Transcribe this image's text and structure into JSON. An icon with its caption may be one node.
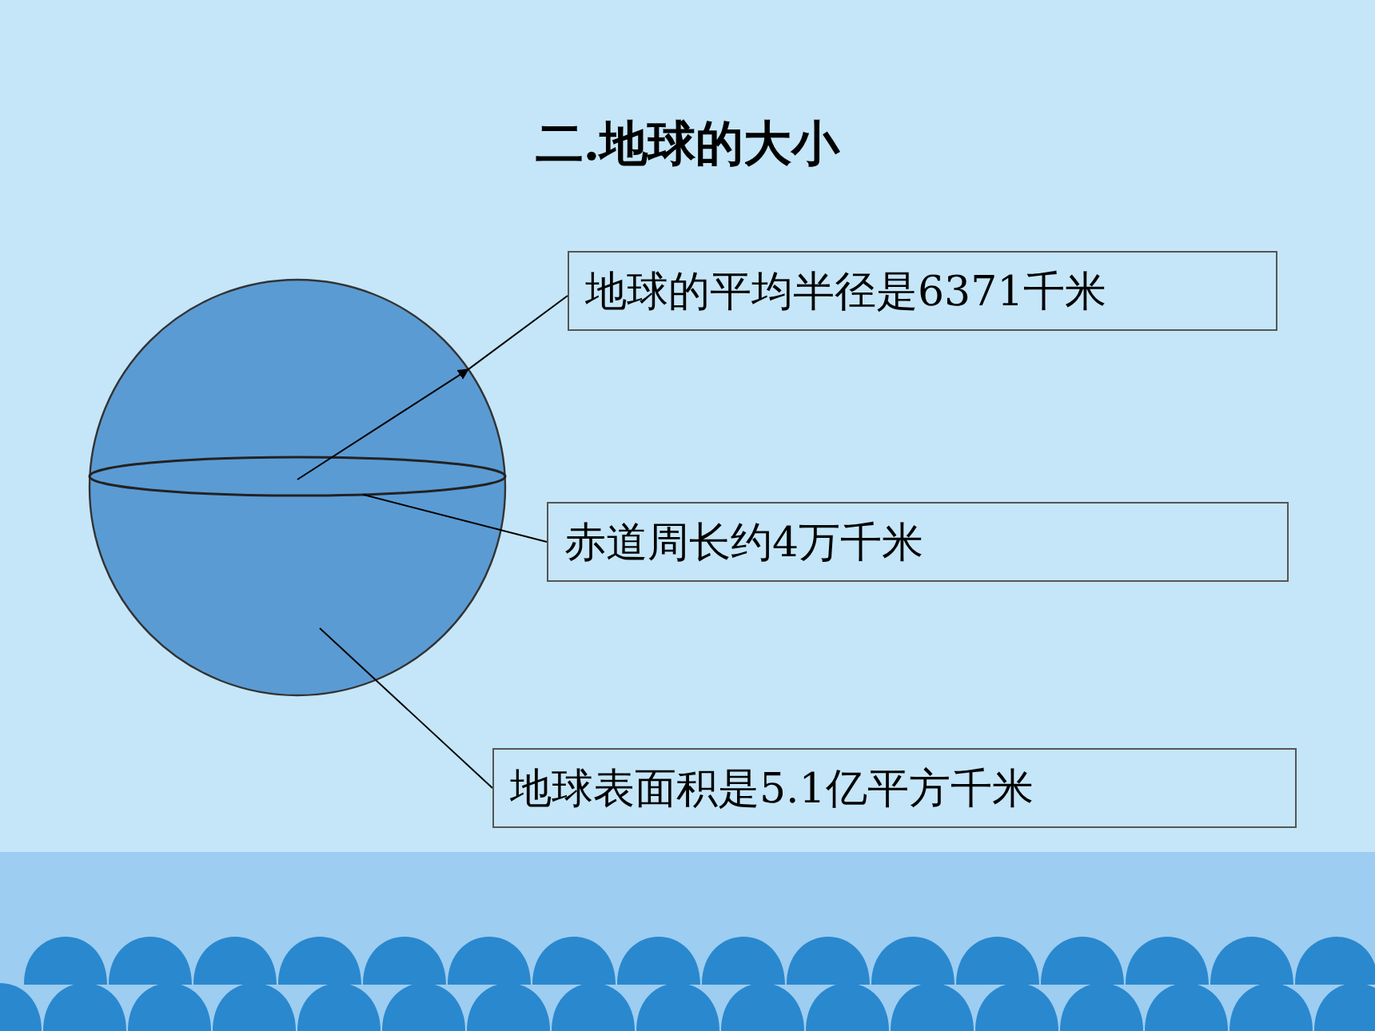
{
  "diagram": {
    "title": "二.地球的大小",
    "nodes": [
      {
        "text": [
          "地球的平均半径是6371千米"
        ]
      },
      {
        "text": [
          "赤道周长约4万千米"
        ]
      },
      {
        "text": [
          "地球表面积是5.1亿平方千米"
        ]
      },
      {
        "text": [],
        "shape": "circle"
      },
      {
        "text": [],
        "shape": "ellipse",
        "in": 3
      }
    ],
    "edges": [
      {
        "from": 4,
        "to": 3,
        "arrow": "to"
      },
      {
        "from": 0,
        "to": 3,
        "arrow": "none"
      },
      {
        "from": 1,
        "to": 4,
        "arrow": "none"
      },
      {
        "from": 2,
        "to": 3,
        "arrow": "none"
      }
    ]
  }
}
